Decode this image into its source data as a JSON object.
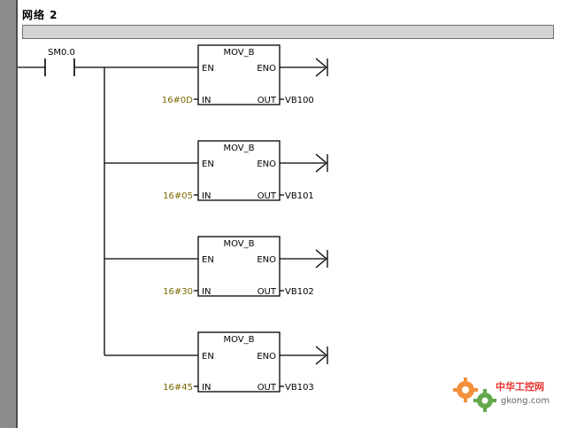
{
  "network": {
    "title": "网络 2"
  },
  "contact": {
    "label": "SM0.0"
  },
  "blocks": [
    {
      "name": "MOV_B",
      "en": "EN",
      "eno": "ENO",
      "in_pin": "IN",
      "out_pin": "OUT",
      "in_value": "16#0D",
      "out_value": "VB100"
    },
    {
      "name": "MOV_B",
      "en": "EN",
      "eno": "ENO",
      "in_pin": "IN",
      "out_pin": "OUT",
      "in_value": "16#05",
      "out_value": "VB101"
    },
    {
      "name": "MOV_B",
      "en": "EN",
      "eno": "ENO",
      "in_pin": "IN",
      "out_pin": "OUT",
      "in_value": "16#30",
      "out_value": "VB102"
    },
    {
      "name": "MOV_B",
      "en": "EN",
      "eno": "ENO",
      "in_pin": "IN",
      "out_pin": "OUT",
      "in_value": "16#45",
      "out_value": "VB103"
    }
  ],
  "colors": {
    "line": "#000000",
    "operand": "#7a6a00",
    "rail": "#8d8d8d",
    "comment": "#d4d4d4",
    "logo_orange": "#f07d1a",
    "logo_red": "#e8322b",
    "logo_green": "#4a9a2c"
  },
  "watermark": {
    "logo_cn": "中华工控网",
    "logo_url": "gkong.com"
  }
}
